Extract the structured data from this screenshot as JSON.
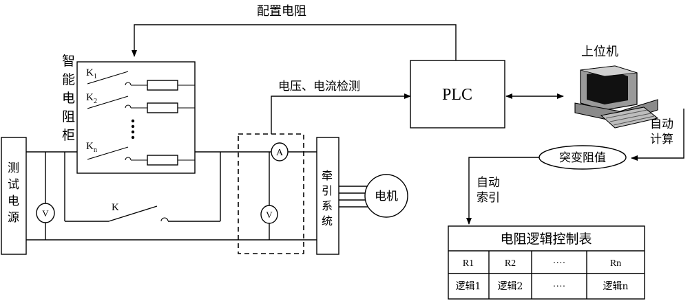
{
  "labels": {
    "config_resistor": "配置电阻",
    "smart_cabinet_chars": [
      "智",
      "能",
      "电",
      "阻",
      "柜"
    ],
    "k1": "K",
    "k1_sub": "1",
    "k2": "K",
    "k2_sub": "2",
    "kn": "K",
    "kn_sub": "n",
    "k_switch": "K",
    "plc": "PLC",
    "detect": "电压、电流检测",
    "host": "上位机",
    "auto_calc_1": "自动",
    "auto_calc_2": "计算",
    "sudden_value": "突变阻值",
    "auto_index_1": "自动",
    "auto_index_2": "索引",
    "test_power_chars": [
      "测",
      "试",
      "电",
      "源"
    ],
    "traction_chars": [
      "牵",
      "引",
      "系",
      "统"
    ],
    "motor": "电机",
    "ammeter": "A",
    "voltmeter": "V"
  },
  "table": {
    "title": "电阻逻辑控制表",
    "row1": [
      "R1",
      "R2",
      "····",
      "Rn"
    ],
    "row2": [
      "逻辑1",
      "逻辑2",
      "····",
      "逻辑n"
    ]
  }
}
